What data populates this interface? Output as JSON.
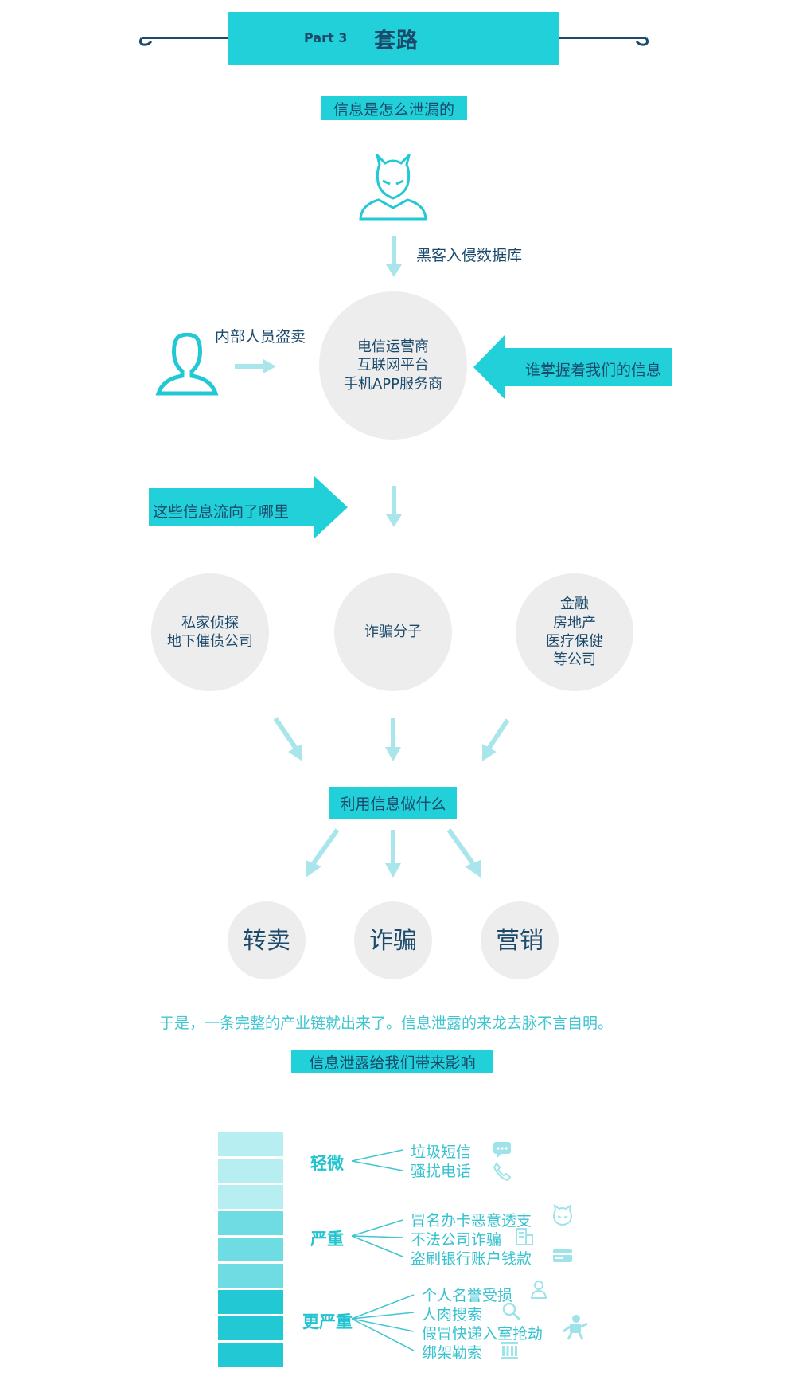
{
  "header": {
    "part": "Part 3",
    "title": "套路"
  },
  "section1": {
    "title": "信息是怎么泄漏的",
    "hacker_caption": "黑客入侵数据库",
    "insider_caption": "内部人员盗卖",
    "center_lines": [
      "电信运营商",
      "互联网平台",
      "手机APP服务商"
    ],
    "who_label": "谁掌握着我们的信息",
    "flow_label": "这些信息流向了哪里"
  },
  "receivers": [
    {
      "lines": [
        "私家侦探",
        "地下催债公司"
      ]
    },
    {
      "lines": [
        "诈骗分子"
      ]
    },
    {
      "lines": [
        "金融",
        "房地产",
        "医疗保健",
        "等公司"
      ]
    }
  ],
  "usage": {
    "title": "利用信息做什么",
    "items": [
      "转卖",
      "诈骗",
      "营销"
    ]
  },
  "conclusion": "于是，一条完整的产业链就出来了。信息泄露的来龙去脉不言自明。",
  "impact": {
    "title": "信息泄露给我们带来影响",
    "levels": [
      {
        "level": "轻微",
        "items": [
          "垃圾短信",
          "骚扰电话"
        ],
        "icons": [
          "chat-icon",
          "phone-icon"
        ]
      },
      {
        "level": "严重",
        "items": [
          "冒名办卡恶意透支",
          "不法公司诈骗",
          "盗刷银行账户钱款"
        ],
        "icons": [
          "devil-icon",
          "building-icon",
          "credit-card-icon"
        ]
      },
      {
        "level": "更严重",
        "items": [
          "个人名誉受损",
          "人肉搜索",
          "假冒快递入室抢劫",
          "绑架勒索"
        ],
        "icons": [
          "person-icon",
          "magnifier-icon",
          "robber-icon",
          "bank-icon"
        ]
      }
    ],
    "bar_colors": [
      "#b6eef2",
      "#b6eef2",
      "#b6eef2",
      "#6fdbe2",
      "#6fdbe2",
      "#6fdbe2",
      "#22c9d4",
      "#22c9d4",
      "#22c9d4"
    ]
  },
  "colors": {
    "accent": "#22d0d9",
    "arrow": "#a9e6ec",
    "text_dark": "#1b4a6b",
    "circle": "#ededed"
  }
}
